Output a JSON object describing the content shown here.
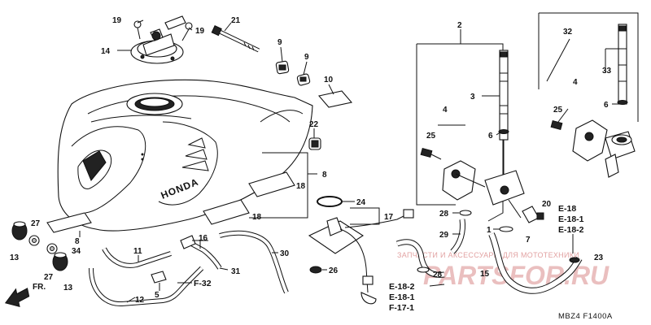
{
  "labels": {
    "p19a": "19",
    "p19b": "19",
    "p14": "14",
    "p21": "21",
    "p9a": "9",
    "p9b": "9",
    "p10": "10",
    "p22": "22",
    "p8a": "8",
    "p18a": "18",
    "p18b": "18",
    "p24": "24",
    "p17": "17",
    "p27a": "27",
    "p27b": "27",
    "p13a": "13",
    "p13b": "13",
    "p34": "34",
    "p8b": "8",
    "p11": "11",
    "p16": "16",
    "p30": "30",
    "p31": "31",
    "p26": "26",
    "p5": "5",
    "p12": "12",
    "p2": "2",
    "p3": "3",
    "p4a": "4",
    "p25a": "25",
    "p6a": "6",
    "p28a": "28",
    "p29": "29",
    "p1": "1",
    "p7": "7",
    "p20": "20",
    "p32": "32",
    "p33": "33",
    "p4b": "4",
    "p25b": "25",
    "p6b": "6",
    "p23": "23",
    "p15": "15",
    "p28b": "28"
  },
  "refs": {
    "f32": "F-32",
    "e18a": "E-18",
    "e181a": "E-18-1",
    "e182a": "E-18-2",
    "e182b": "E-18-2",
    "e181b": "E-18-1",
    "f171": "F-17-1"
  },
  "direction": "FR.",
  "brand": "HONDA",
  "diagram_code": "MBZ4  F1400A",
  "watermark": {
    "line1": "ЗАПЧАСТИ И АКСЕССУАРЫ ДЛЯ МОТОТЕХНИКИ",
    "line2": "PARTSFOR.RU"
  }
}
